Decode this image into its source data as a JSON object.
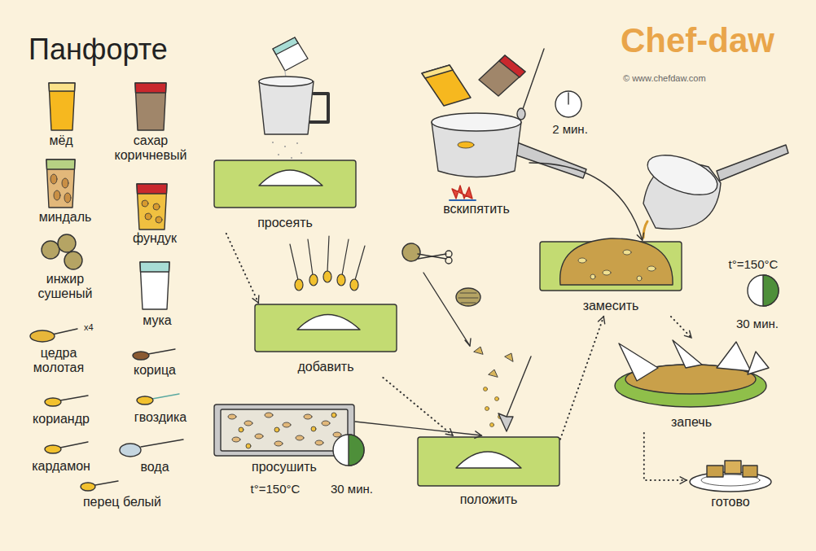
{
  "diagram": {
    "title": "Панфорте",
    "nodes": [
      {
        "text": [
          "просеять"
        ]
      },
      {
        "text": [
          "добавить"
        ]
      },
      {
        "text": [
          "просушить"
        ]
      },
      {
        "text": [
          "положить"
        ]
      },
      {
        "text": [
          "вскипятить"
        ]
      },
      {
        "text": [
          "замесить"
        ]
      },
      {
        "text": [
          "запечь"
        ]
      },
      {
        "text": [
          "готово"
        ]
      }
    ],
    "edges": [
      {
        "from": 0,
        "to": 1,
        "arrow": "to"
      },
      {
        "from": 1,
        "to": 3,
        "arrow": "to"
      },
      {
        "from": 2,
        "to": 3,
        "arrow": "to"
      },
      {
        "from": 3,
        "to": 5,
        "arrow": "to"
      },
      {
        "from": 4,
        "to": 5,
        "arrow": "to"
      },
      {
        "from": 5,
        "to": 6,
        "arrow": "to"
      },
      {
        "from": 6,
        "to": 7,
        "arrow": "to"
      }
    ],
    "labels": [
      "Chef-daw",
      "© www.chefdaw.com",
      "мёд",
      "сахар коричневый",
      "миндаль",
      "фундук",
      "инжир сушеный",
      "мука",
      "x4",
      "цедра молотая",
      "корица",
      "кориандр",
      "гвоздика",
      "кардамон",
      "вода",
      "перец белый",
      "2 мин.",
      "t°=150°C",
      "30 мин.",
      "t°=150°C",
      "30 мин."
    ]
  }
}
